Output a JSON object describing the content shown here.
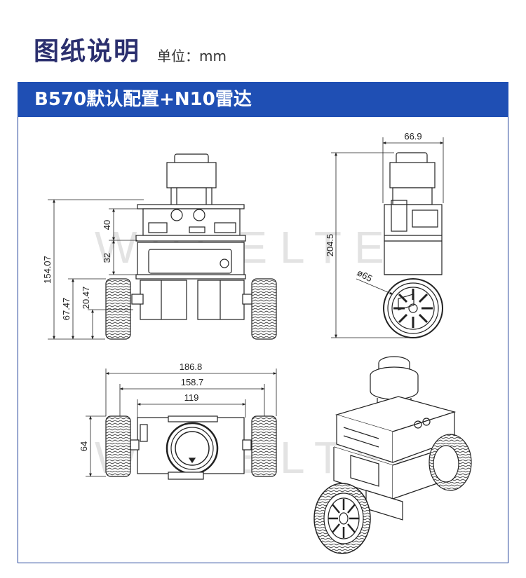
{
  "header": {
    "title": "图纸说明",
    "unit": "单位：mm"
  },
  "banner": {
    "text": "B570默认配置+N10雷达"
  },
  "watermark": "WHEELTEC",
  "front_view": {
    "height_total": "154.07",
    "height_upper": "40",
    "height_mid": "32",
    "height_axle": "67.47",
    "height_wheel": "20.47"
  },
  "side_view": {
    "width": "66.9",
    "height": "204.5",
    "wheel_diameter": "ø65"
  },
  "top_view": {
    "width_overall": "186.8",
    "width_inner": "158.7",
    "width_body": "119",
    "depth": "64"
  },
  "colors": {
    "banner": "#1f4fb4",
    "title": "#2b2f6e",
    "panel_border": "#1f3f99"
  }
}
